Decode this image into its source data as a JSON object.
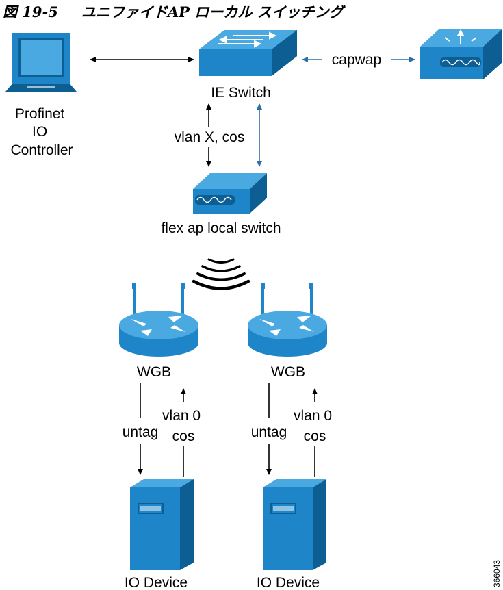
{
  "figure": {
    "number": "図 19-5",
    "title": "ユニファイドAP ローカル スイッチング"
  },
  "nodes": {
    "pc": {
      "label_lines": [
        "Profinet",
        "IO",
        "Controller"
      ],
      "icon": "workstation-icon"
    },
    "switch": {
      "label": "IE Switch",
      "icon": "switch-icon"
    },
    "controller": {
      "label": "",
      "icon": "wireless-lan-controller-icon"
    },
    "flex_ap": {
      "label": "flex ap local switch",
      "icon": "access-point-icon"
    },
    "wgb_left": {
      "label": "WGB",
      "icon": "router-icon"
    },
    "wgb_right": {
      "label": "WGB",
      "icon": "router-icon"
    },
    "io_left": {
      "label": "IO Device",
      "icon": "server-icon"
    },
    "io_right": {
      "label": "IO Device",
      "icon": "server-icon"
    }
  },
  "links": {
    "capwap": "capwap",
    "vlan_cos": "vlan X, cos",
    "untag_left": "untag",
    "vlan0_left": [
      "vlan 0",
      "cos"
    ],
    "untag_right": "untag",
    "vlan0_right": [
      "vlan 0",
      "cos"
    ]
  },
  "side_id": "366043",
  "colors": {
    "cisco_blue": "#1e86c8",
    "cisco_dark": "#0d5e93",
    "cisco_light": "#4aa9e0",
    "link_blue": "#2a6fa6"
  }
}
